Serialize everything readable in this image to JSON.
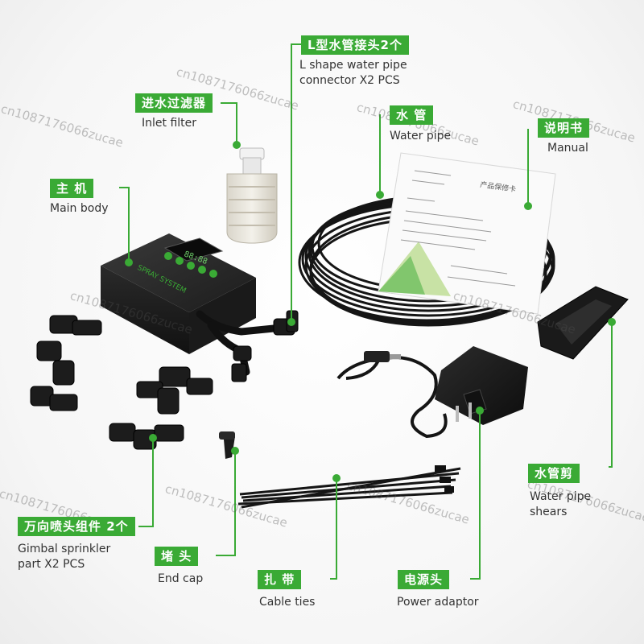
{
  "labels": {
    "l_connector": {
      "tag": "L型水管接头2个",
      "caption": "L shape water pipe\nconnector X2 PCS"
    },
    "inlet_filter": {
      "tag": "进水过滤器",
      "caption": "Inlet filter"
    },
    "water_pipe": {
      "tag": "水 管",
      "caption": "Water pipe"
    },
    "manual": {
      "tag": "说明书",
      "caption": "Manual"
    },
    "main_body": {
      "tag": "主 机",
      "caption": "Main body"
    },
    "pipe_shears": {
      "tag": "水管剪",
      "caption": "Water pipe\nshears"
    },
    "gimbal_sprinkler": {
      "tag": "万向喷头组件 2个",
      "caption": "Gimbal sprinkler\npart  X2 PCS"
    },
    "end_cap": {
      "tag": "堵 头",
      "caption": "End cap"
    },
    "cable_ties": {
      "tag": "扎 带",
      "caption": "Cable ties"
    },
    "power_adaptor": {
      "tag": "电源头",
      "caption": "Power adaptor"
    }
  },
  "device_text": {
    "brand": "SPRAY SYSTEM",
    "display": "88:88"
  },
  "manual_heading": "产品保修卡",
  "watermark": "cn1087176066zucae",
  "colors": {
    "accent": "#3aaa35"
  }
}
